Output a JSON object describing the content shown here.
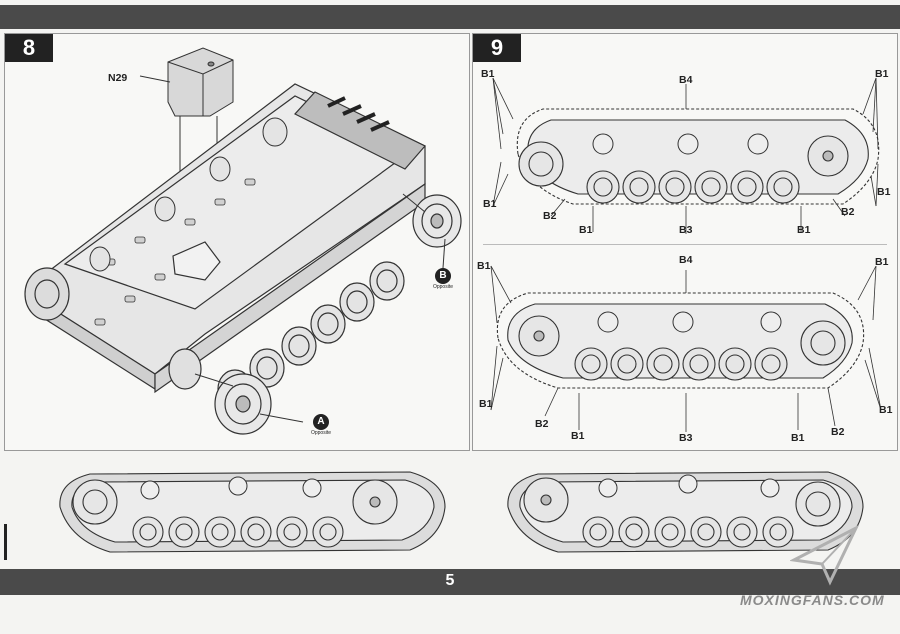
{
  "page": {
    "number": "5"
  },
  "steps": {
    "step8": {
      "number": "8",
      "part_label": "N29",
      "callout_a": {
        "letter": "A",
        "caption": "Opposite"
      },
      "callout_b": {
        "letter": "B",
        "caption": "Opposite"
      }
    },
    "step9": {
      "number": "9",
      "top_view": {
        "b4": "B4",
        "b1": "B1",
        "b2": "B2",
        "b3": "B3"
      },
      "bottom_view": {
        "b4": "B4",
        "b1": "B1",
        "b2": "B2",
        "b3": "B3"
      }
    }
  },
  "watermark": "MOXINGFANS.COM",
  "colors": {
    "bar": "#4a4a4a",
    "badge": "#222222",
    "line": "#333333",
    "callout": "#222222"
  }
}
